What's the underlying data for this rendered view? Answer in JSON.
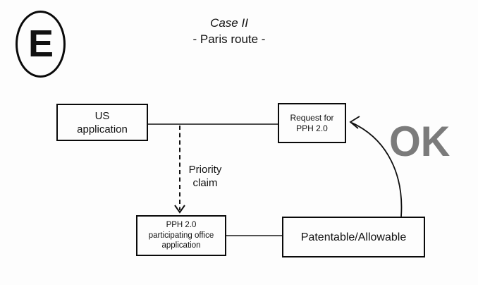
{
  "diagram": {
    "badge_letter": "E",
    "title": {
      "line1": "Case II",
      "line2": "- Paris route -"
    },
    "nodes": {
      "us_application": "US\napplication",
      "request_pph": "Request for\nPPH 2.0",
      "pph_office": "PPH 2.0\nparticipating office\napplication",
      "patentable": "Patentable/Allowable"
    },
    "labels": {
      "priority_claim": "Priority\nclaim",
      "ok": "OK"
    },
    "colors": {
      "ink": "#111111",
      "connector_gray": "#4d4d4d",
      "ok_gray": "#7b7b7b",
      "background": "#fdfdfd"
    }
  }
}
